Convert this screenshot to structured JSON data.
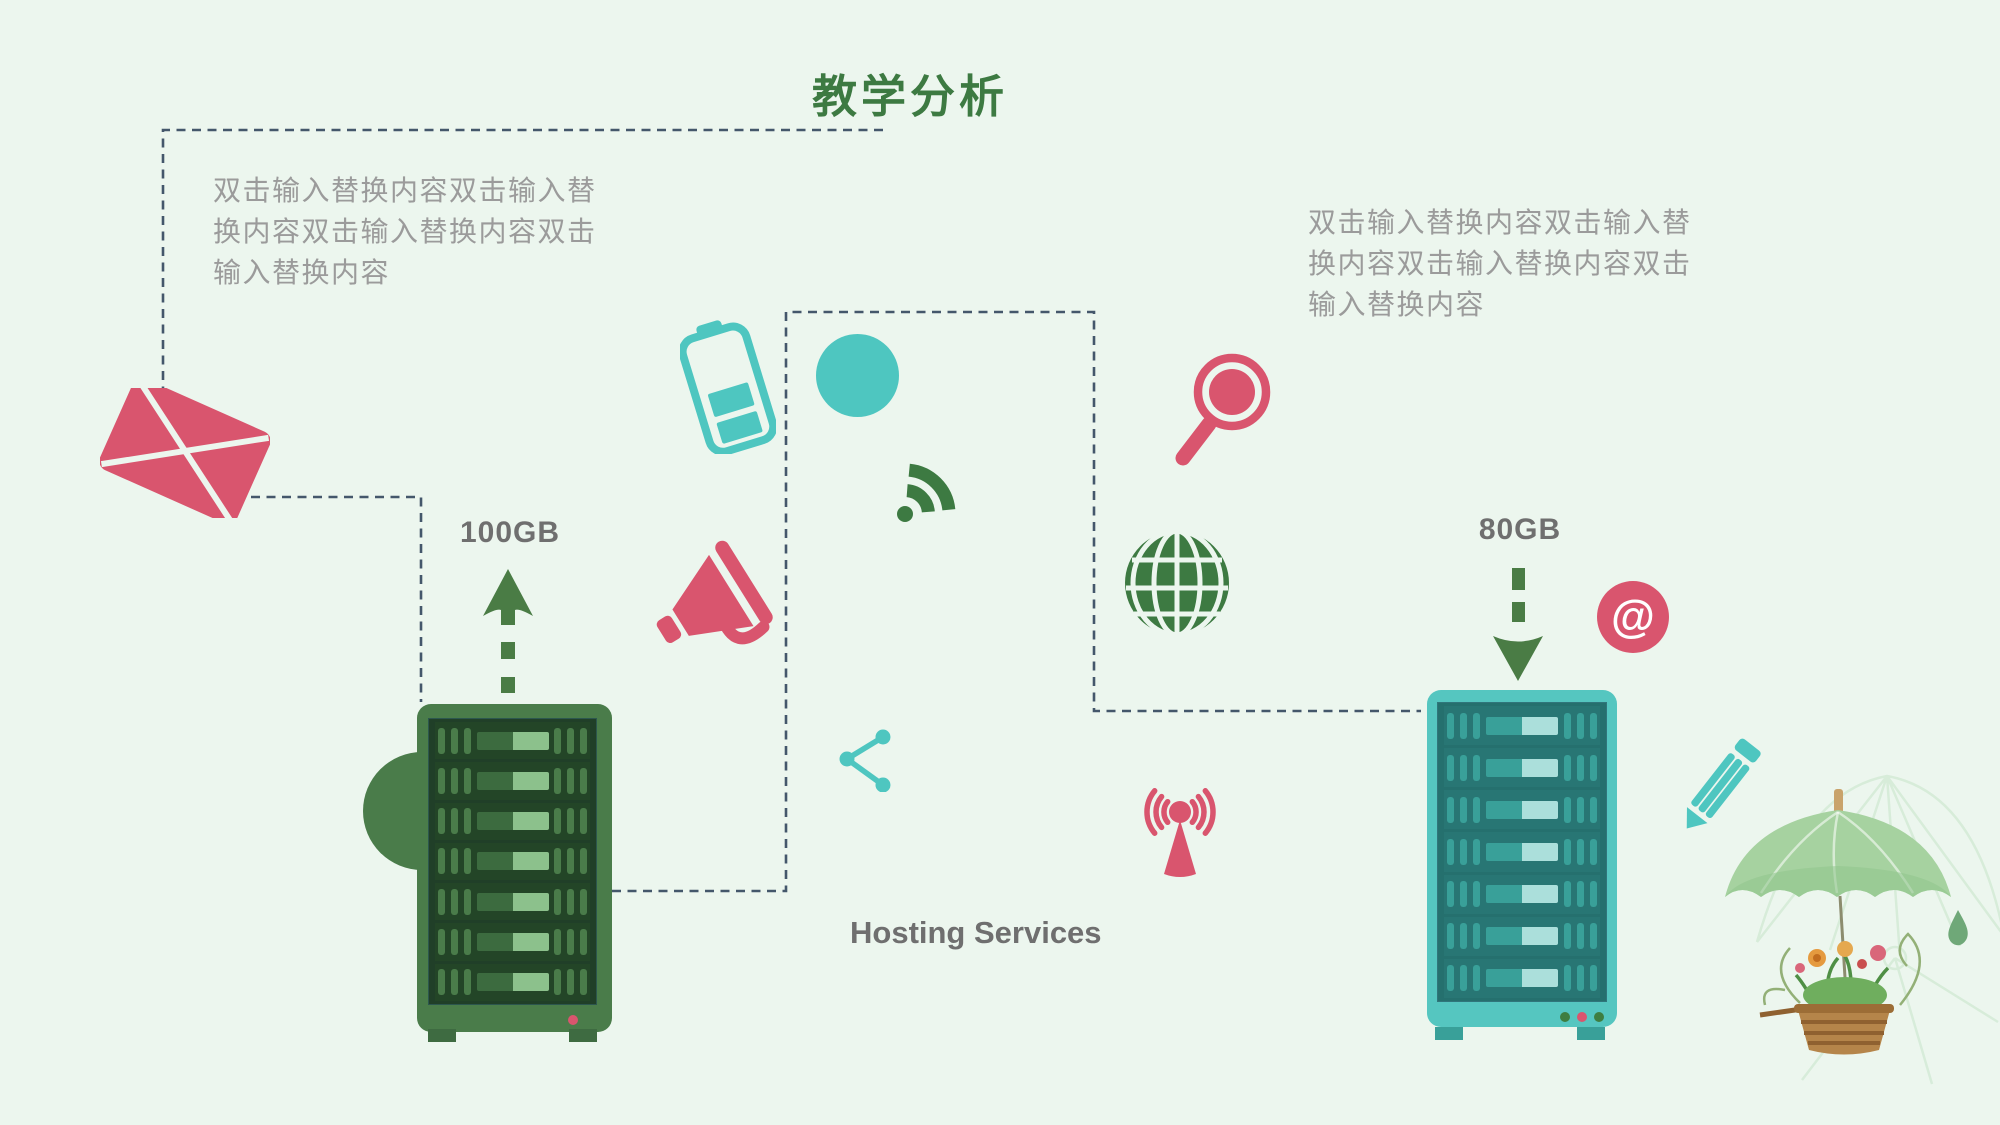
{
  "slide": {
    "title": "教学分析",
    "caption": "Hosting Services"
  },
  "placeholders": {
    "left": {
      "lines": [
        "双击输入替换内容双击输入替",
        "换内容双击输入替换内容双击",
        "输入替换内容"
      ]
    },
    "right": {
      "lines": [
        "双击输入替换内容双击输入替",
        "换内容双击输入替换内容双击",
        "输入替换内容"
      ]
    }
  },
  "servers": {
    "left": {
      "capacity": "100GB",
      "rows": 7,
      "arrow_direction": "up"
    },
    "right": {
      "capacity": "80GB",
      "rows": 7,
      "arrow_direction": "down"
    }
  },
  "icons": {
    "at_symbol": "@",
    "names": [
      "envelope-icon",
      "battery-icon",
      "dot-circle-icon",
      "wifi-icon",
      "megaphone-icon",
      "share-icon",
      "magnifier-icon",
      "globe-icon",
      "antenna-icon",
      "at-icon",
      "pencil-icon",
      "umbrella-illustration",
      "water-drop-icon"
    ]
  },
  "colors": {
    "background": "#ecf6ee",
    "title_green": "#3d7a42",
    "pink": "#d9556e",
    "teal": "#4ec6c0",
    "server_green": "#4a7c4a",
    "server_green_panel": "#203f28",
    "server_green_row": "#234527",
    "server_green_bar_dark": "#3c6b3f",
    "server_green_bar_light": "#8cc18c",
    "server_teal": "#55c6c0",
    "server_teal_panel": "#25706e",
    "server_teal_row": "#287674",
    "server_teal_slot": "#39a099",
    "server_teal_bar_light": "#abdfdb",
    "arrow_green": "#4a7c45",
    "icon_green": "#3d7a42",
    "label_gray": "#6f6f6f",
    "text_gray": "#9b9b9b",
    "dash_line": "#44576b"
  }
}
